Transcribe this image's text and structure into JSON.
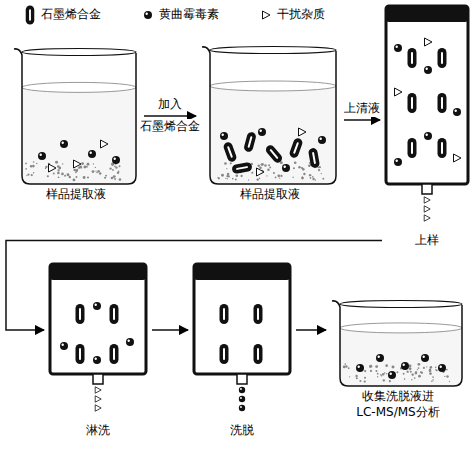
{
  "diagram": {
    "nodes": [
      {
        "text": [
          "样品提取液"
        ]
      },
      {
        "text": [
          "样品提取液"
        ]
      },
      {
        "text": [
          "上样"
        ]
      },
      {
        "text": [
          "淋洗"
        ]
      },
      {
        "text": [
          "洗脱"
        ]
      },
      {
        "text": [
          "收集洗脱液进 LC-MS/MS分析"
        ]
      }
    ],
    "edges": [
      {
        "from": 0,
        "to": 1,
        "label": "加入",
        "arrow": "to"
      },
      {
        "from": 1,
        "to": 2,
        "label": "上清液",
        "arrow": "to"
      },
      {
        "from": 2,
        "to": 3,
        "arrow": "to"
      },
      {
        "from": 3,
        "to": 4,
        "arrow": "to"
      },
      {
        "from": 4,
        "to": 5,
        "arrow": "to"
      }
    ],
    "labels": [
      "石墨烯合金"
    ],
    "legend": [
      {
        "text": "石墨烯合金"
      },
      {
        "text": "黄曲霉毒素"
      },
      {
        "text": "干扰杂质"
      }
    ]
  }
}
